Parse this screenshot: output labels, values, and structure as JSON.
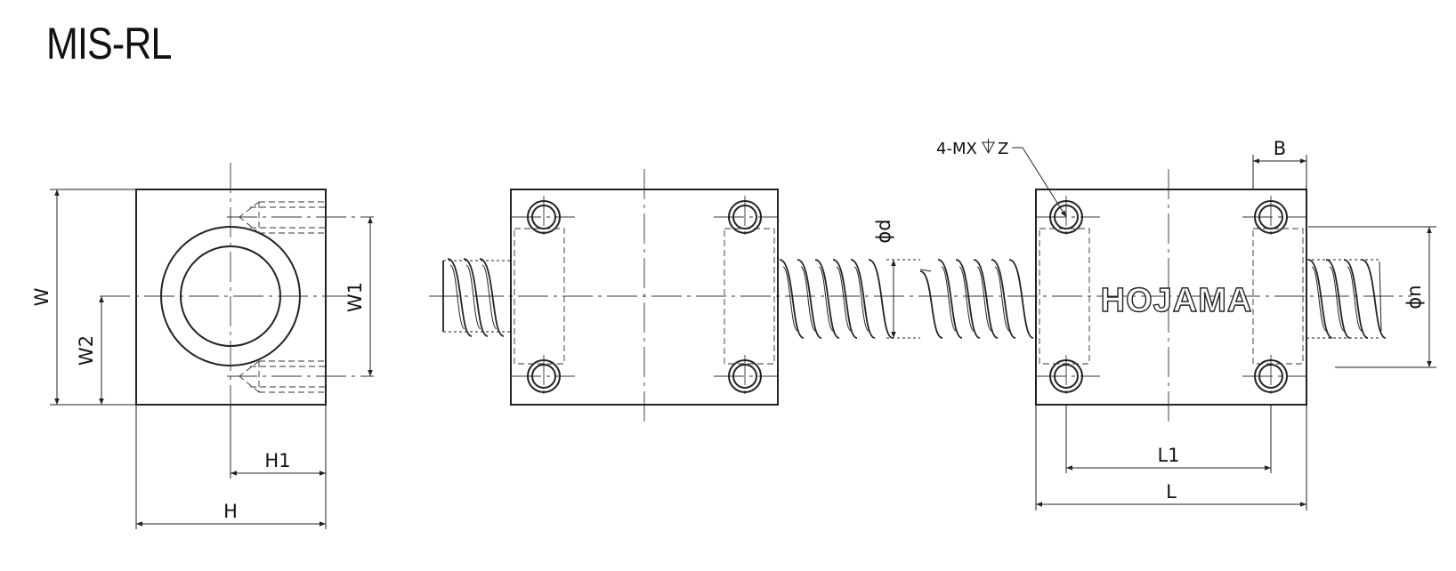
{
  "title": "MIS-RL",
  "brand": "HOJAMA",
  "labels": {
    "w": "W",
    "w1": "W1",
    "w2": "W2",
    "h": "H",
    "h1": "H1",
    "phi_d": "ϕd",
    "phi_n": "ϕn",
    "hole_callout": "4-MX",
    "hole_depth": "Z",
    "b": "B",
    "l": "L",
    "l1": "L1"
  }
}
